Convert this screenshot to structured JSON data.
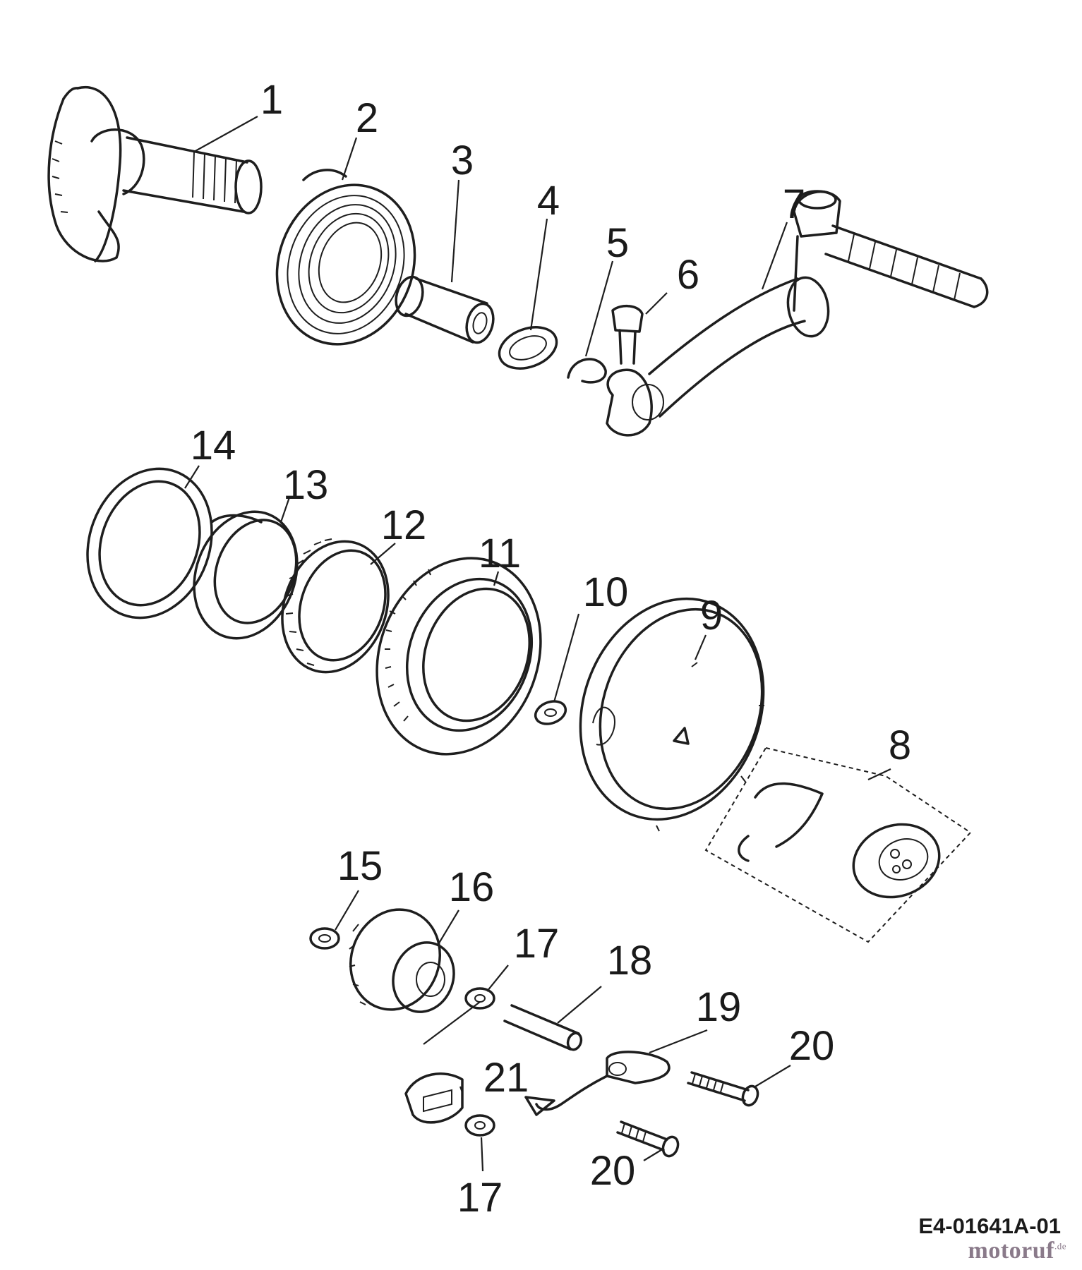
{
  "diagram": {
    "code": "E4-01641A-01",
    "watermark": {
      "main": "motoruf",
      "suffix": ".de"
    }
  },
  "callouts": [
    {
      "id": "c1",
      "text": "1"
    },
    {
      "id": "c2",
      "text": "2"
    },
    {
      "id": "c3",
      "text": "3"
    },
    {
      "id": "c4",
      "text": "4"
    },
    {
      "id": "c5",
      "text": "5"
    },
    {
      "id": "c6",
      "text": "6"
    },
    {
      "id": "c7",
      "text": "7"
    },
    {
      "id": "c8",
      "text": "8"
    },
    {
      "id": "c9",
      "text": "9"
    },
    {
      "id": "c10",
      "text": "10"
    },
    {
      "id": "c11",
      "text": "11"
    },
    {
      "id": "c12",
      "text": "12"
    },
    {
      "id": "c13",
      "text": "13"
    },
    {
      "id": "c14",
      "text": "14"
    },
    {
      "id": "c15",
      "text": "15"
    },
    {
      "id": "c16",
      "text": "16"
    },
    {
      "id": "c17a",
      "text": "17"
    },
    {
      "id": "c17b",
      "text": "17"
    },
    {
      "id": "c18",
      "text": "18"
    },
    {
      "id": "c19",
      "text": "19"
    },
    {
      "id": "c20a",
      "text": "20"
    },
    {
      "id": "c20b",
      "text": "20"
    },
    {
      "id": "c21",
      "text": "21"
    }
  ]
}
